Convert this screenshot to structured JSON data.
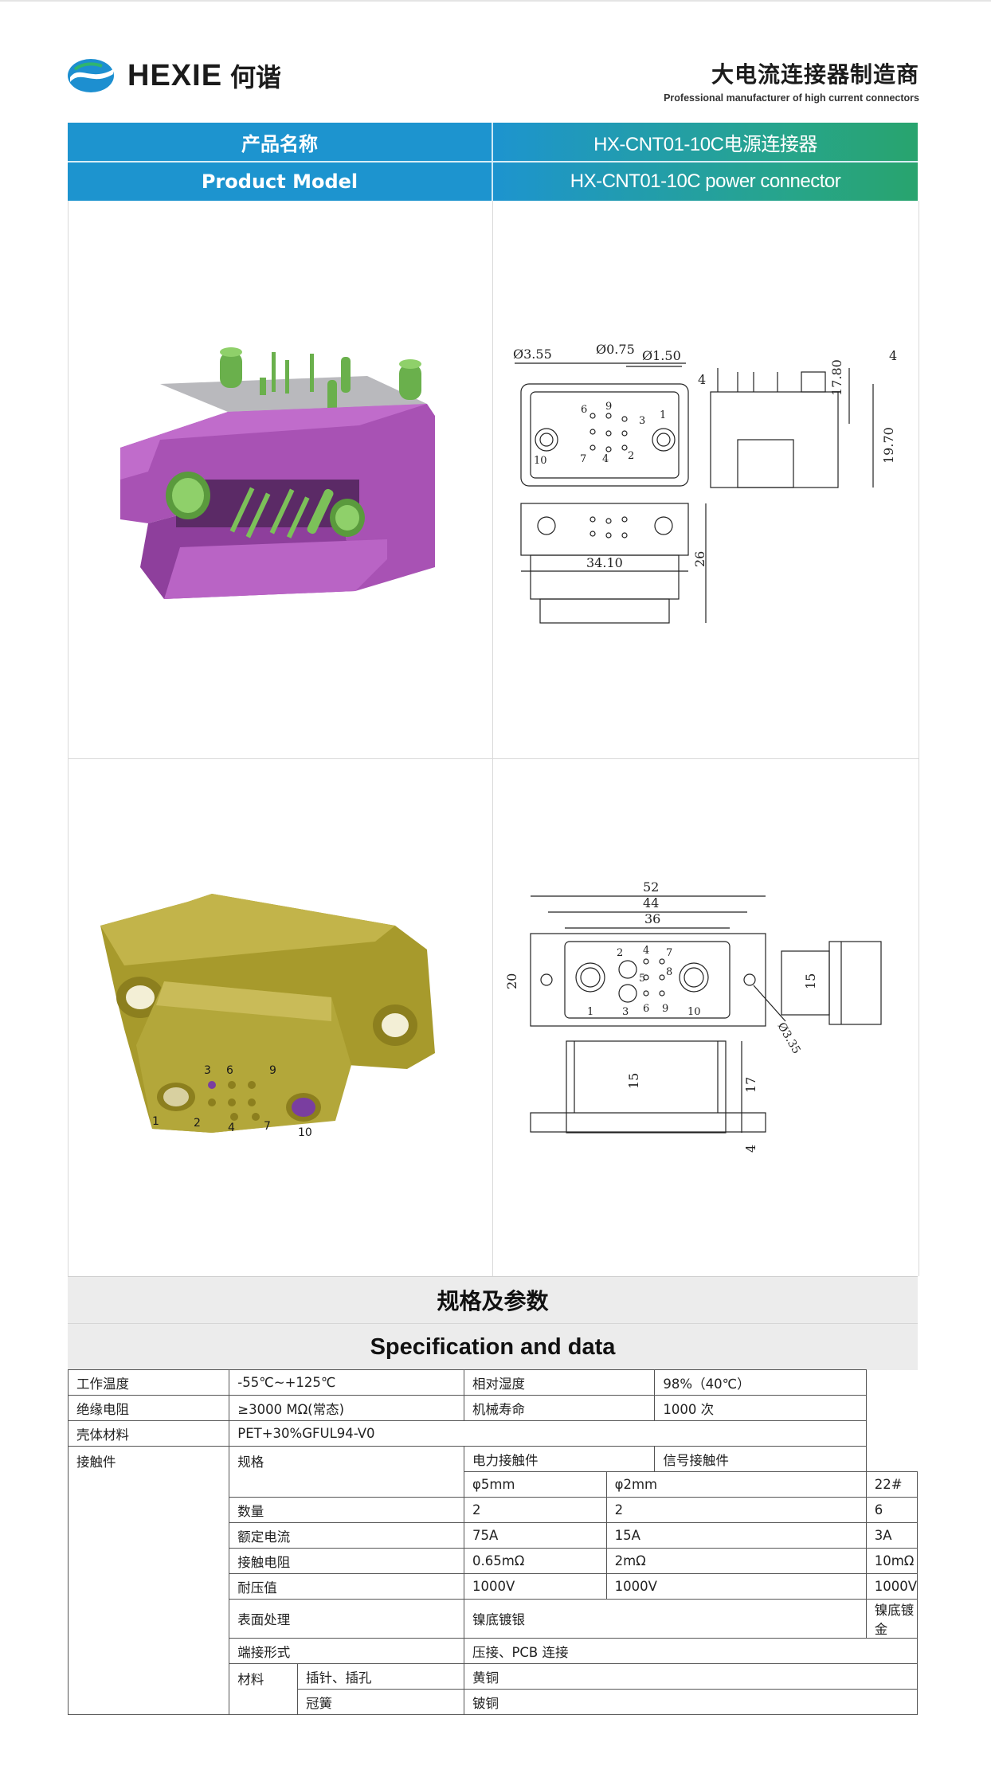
{
  "header": {
    "brand_en": "HEXIE",
    "brand_cn": "何谐",
    "tagline_cn": "大电流连接器制造商",
    "tagline_en": "Professional manufacturer of high current connectors"
  },
  "product": {
    "name_label_cn": "产品名称",
    "name_value_cn": "HX-CNT01-10C电源连接器",
    "model_label_en": "Product Model",
    "model_value_en": "HX-CNT01-10C power connector"
  },
  "drawing_top": {
    "dim_d355": "Ø3.55",
    "dim_d075": "Ø0.75",
    "dim_d150": "Ø1.50",
    "dim_1780": "17.80",
    "dim_4a": "4",
    "dim_4b": "4",
    "dim_1970": "19.70",
    "dim_3410": "34.10",
    "dim_26": "26",
    "pins": [
      "6",
      "9",
      "3",
      "1",
      "10",
      "7",
      "4",
      "2"
    ]
  },
  "drawing_bottom": {
    "dim_52": "52",
    "dim_44": "44",
    "dim_36": "36",
    "dim_20": "20",
    "dim_15a": "15",
    "dim_15b": "15",
    "dim_17": "17",
    "dim_4": "4",
    "dim_d335": "Ø3.35",
    "pins": [
      "2",
      "4",
      "7",
      "5",
      "8",
      "1",
      "3",
      "6",
      "9",
      "10"
    ]
  },
  "photo_bottom_pins": [
    "3",
    "6",
    "9",
    "1",
    "2",
    "4",
    "7",
    "10"
  ],
  "spec": {
    "title_cn": "规格及参数",
    "title_en": "Specification and data",
    "work_temp_label": "工作温度",
    "work_temp_value": "-55℃~+125℃",
    "humidity_label": "相对湿度",
    "humidity_value": "98%（40℃）",
    "insulation_label": "绝缘电阻",
    "insulation_value": "≥3000 MΩ(常态)",
    "mech_life_label": "机械寿命",
    "mech_life_value": "1000 次",
    "housing_label": "壳体材料",
    "housing_value": "PET+30%GFUL94-V0",
    "contact_label": "接触件",
    "spec_label": "规格",
    "power_contact": "电力接触件",
    "signal_contact": "信号接触件",
    "phi5": "φ5mm",
    "phi2": "φ2mm",
    "size22": "22#",
    "rows": [
      {
        "label": "数量",
        "a": "2",
        "b": "2",
        "c": "6"
      },
      {
        "label": "额定电流",
        "a": "75A",
        "b": "15A",
        "c": "3A"
      },
      {
        "label": "接触电阻",
        "a": "0.65mΩ",
        "b": "2mΩ",
        "c": "10mΩ"
      },
      {
        "label": "耐压值",
        "a": "1000V",
        "b": "1000V",
        "c": "1000V"
      }
    ],
    "surface_label": "表面处理",
    "surface_power": "镍底镀银",
    "surface_signal": "镍底镀金",
    "termination_label": "端接形式",
    "termination_value": "压接、PCB 连接",
    "material_label": "材料",
    "pin_socket_label": "插针、插孔",
    "pin_socket_value": "黄铜",
    "spring_label": "冠簧",
    "spring_value": "铍铜"
  },
  "colors": {
    "header_blue": "#1d94cf",
    "header_green": "#28a46e",
    "housing_purple": "#a852b4",
    "pin_green": "#6ab04c",
    "housing_olive": "#a79a2c"
  }
}
